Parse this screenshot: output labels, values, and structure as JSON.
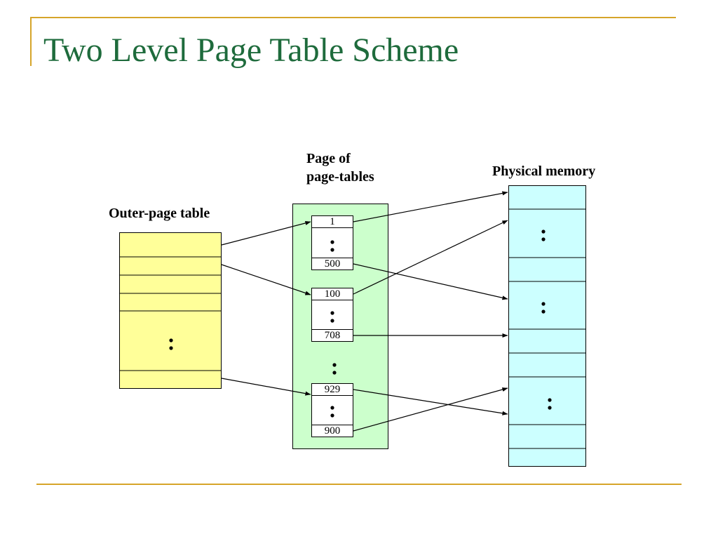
{
  "title": "Two Level Page Table Scheme",
  "labels": {
    "outer_table": "Outer-page table",
    "page_of_page_tables_line1": "Page of",
    "page_of_page_tables_line2": "page-tables",
    "physical_memory": "Physical memory"
  },
  "page_tables": [
    {
      "first": "1",
      "last": "500"
    },
    {
      "first": "100",
      "last": "708"
    },
    {
      "first": "929",
      "last": "900"
    }
  ],
  "colors": {
    "title": "#1e6b3c",
    "rule": "#d6a52a",
    "outer_table_fill": "#ffff99",
    "page_table_group_fill": "#ccffcc",
    "physical_memory_fill": "#ccffff",
    "entry_fill": "#ffffff"
  },
  "ellipsis_icon": "vertical-ellipsis-icon"
}
